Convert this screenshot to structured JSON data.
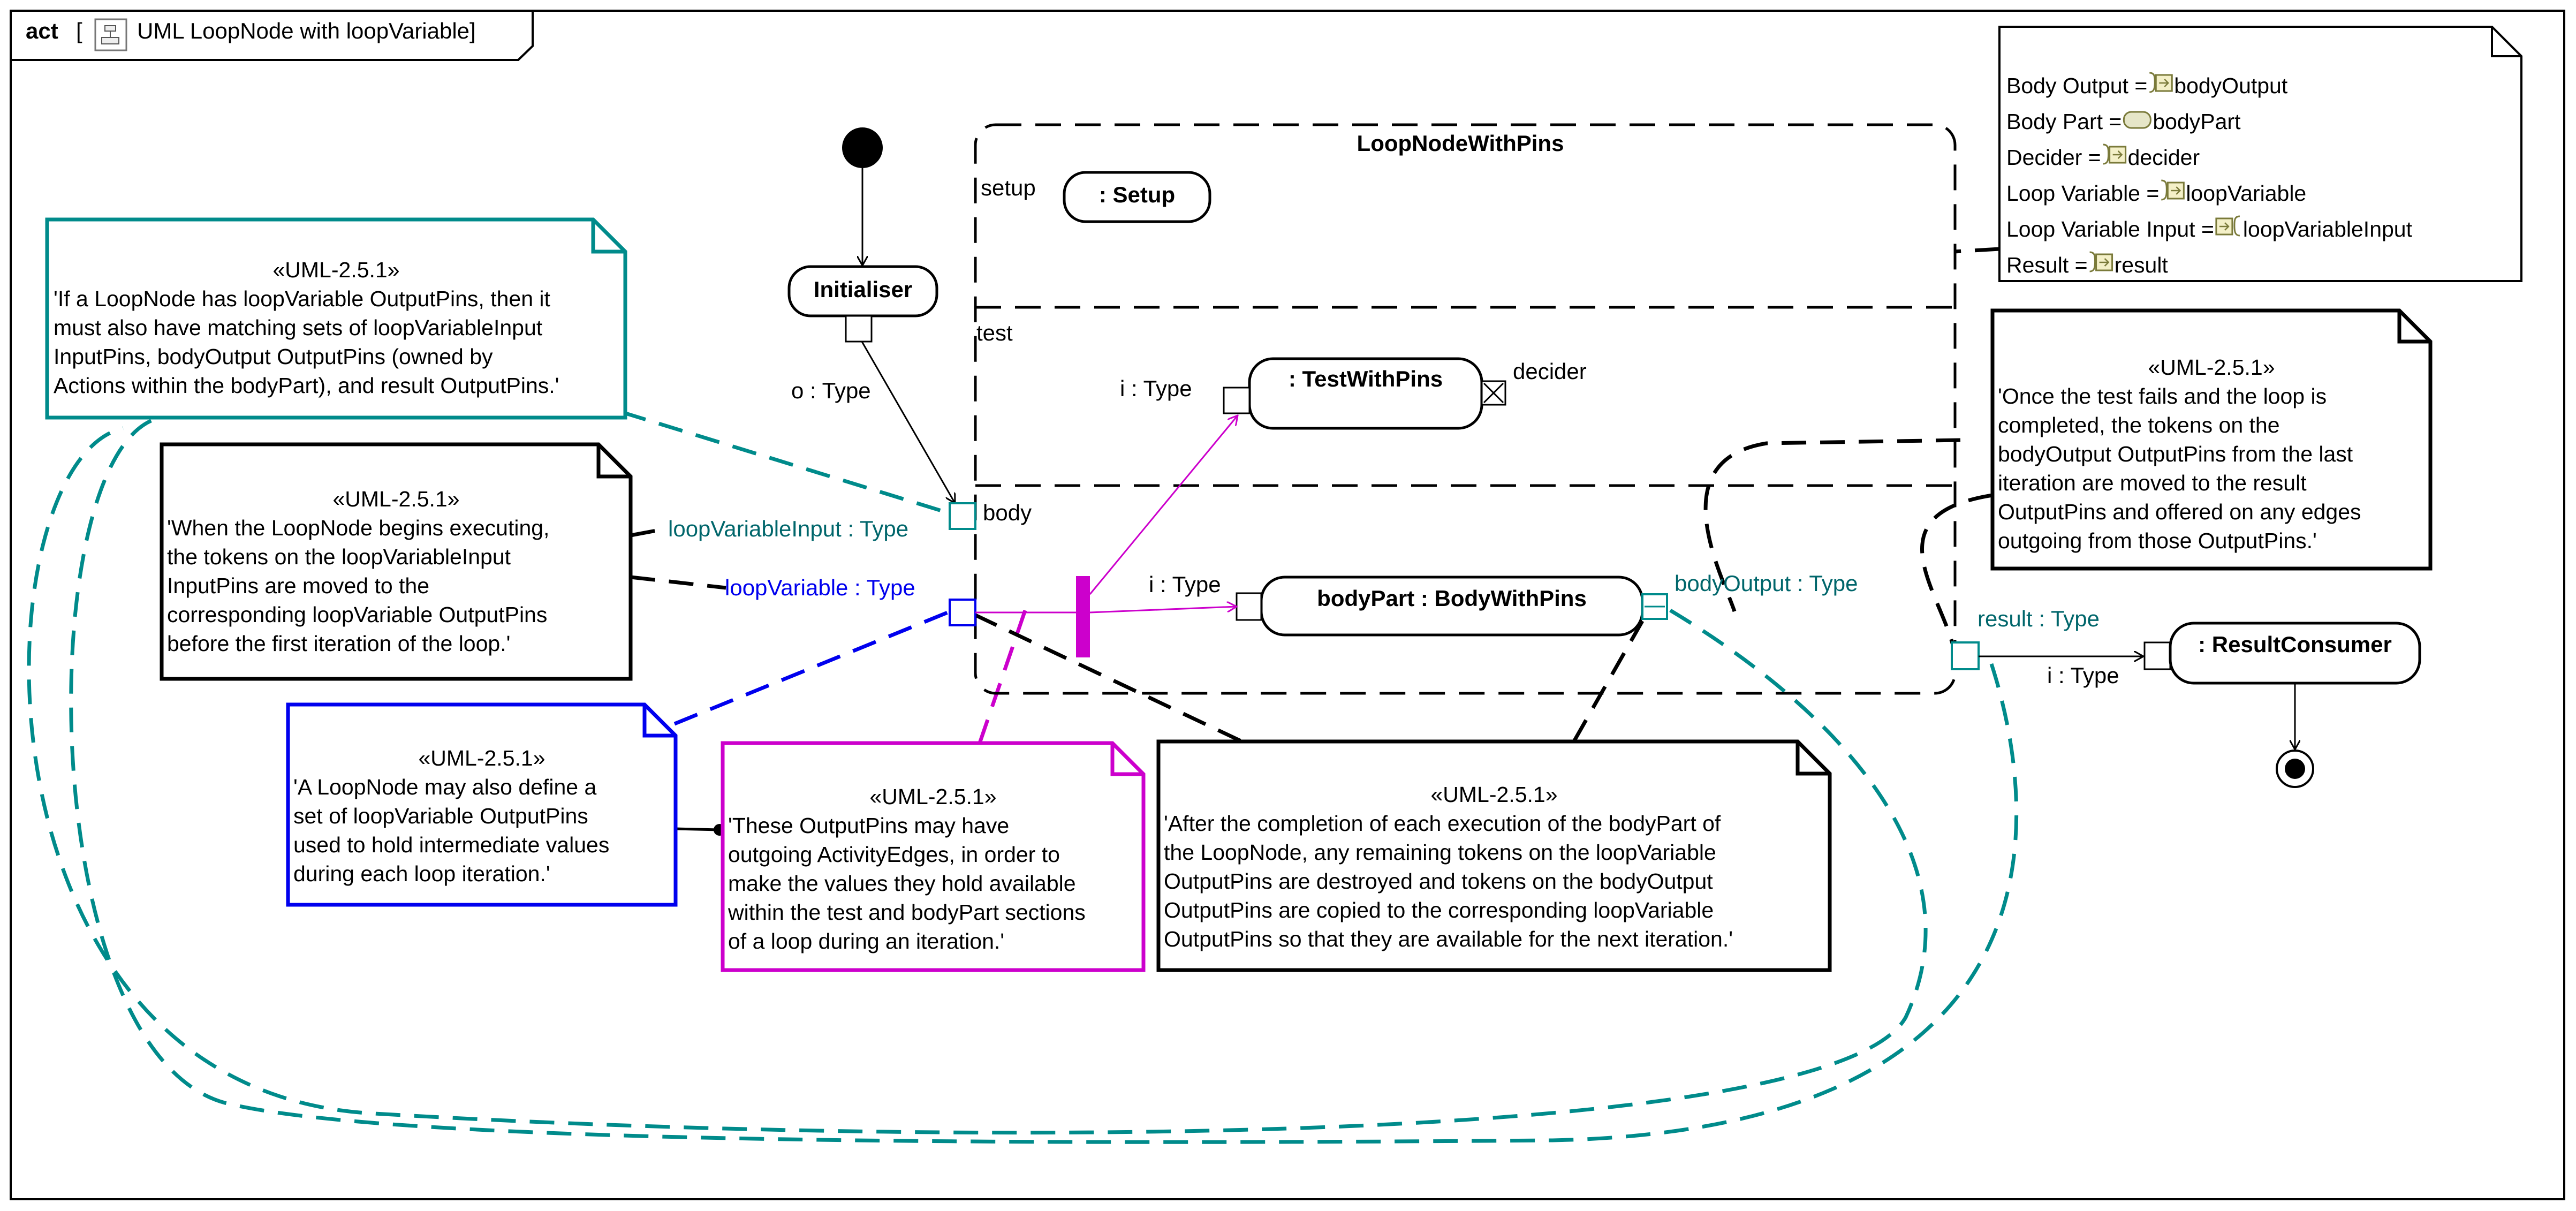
{
  "frame": {
    "kind": "act",
    "bracket": "[",
    "title": "UML LoopNode with loopVariable]"
  },
  "loop_node": {
    "name": "LoopNodeWithPins",
    "setup_label": "setup",
    "test_label": "test",
    "body_label": "body"
  },
  "actions": {
    "initialiser": "Initialiser",
    "setup": ": Setup",
    "test": ": TestWithPins",
    "body": "bodyPart : BodyWithPins",
    "result_consumer": ": ResultConsumer"
  },
  "pins": {
    "initialiser_out": "o : Type",
    "test_in": "i : Type",
    "decider": "decider",
    "body_in": "i : Type",
    "body_output": "bodyOutput : Type",
    "loop_variable_input": "loopVariableInput : Type",
    "loop_variable": "loopVariable : Type",
    "result": "result : Type",
    "consumer_in": "i : Type"
  },
  "legend": {
    "rows": [
      {
        "label": "Body Output = ",
        "icon": "output-pin-icon",
        "value": "bodyOutput"
      },
      {
        "label": "Body Part = ",
        "icon": "action-icon",
        "value": "bodyPart"
      },
      {
        "label": "Decider = ",
        "icon": "output-pin-icon",
        "value": "decider"
      },
      {
        "label": "Loop Variable = ",
        "icon": "output-pin-icon",
        "value": "loopVariable"
      },
      {
        "label": "Loop Variable Input = ",
        "icon": "input-pin-icon",
        "value": "loopVariableInput"
      },
      {
        "label": "Result = ",
        "icon": "output-pin-icon",
        "value": "result"
      }
    ]
  },
  "notes": {
    "teal": {
      "stereotype": "«UML-2.5.1»",
      "lines": [
        "'If a LoopNode has loopVariable OutputPins, then it",
        "must also have matching sets of loopVariableInput",
        "InputPins, bodyOutput OutputPins (owned by",
        "Actions within the bodyPart), and result OutputPins.'"
      ]
    },
    "begin": {
      "stereotype": "«UML-2.5.1»",
      "lines": [
        "'When the LoopNode begins executing,",
        "the tokens on the loopVariableInput",
        "InputPins are moved to the",
        "corresponding loopVariable OutputPins",
        "before the first iteration of the loop.'"
      ]
    },
    "blue": {
      "stereotype": "«UML-2.5.1»",
      "lines": [
        "'A LoopNode may also define a",
        "set of loopVariable OutputPins",
        "used to hold intermediate values",
        "during each loop iteration.'"
      ]
    },
    "magenta": {
      "stereotype": "«UML-2.5.1»",
      "lines": [
        "'These OutputPins may have",
        "outgoing ActivityEdges, in order to",
        "make the values they hold available",
        "within the test and bodyPart sections",
        "of a loop during an iteration.'"
      ]
    },
    "after": {
      "stereotype": "«UML-2.5.1»",
      "lines": [
        "'After the completion of each execution of the bodyPart of",
        "the LoopNode, any remaining tokens on the loopVariable",
        "OutputPins are destroyed and tokens on the bodyOutput",
        "OutputPins are copied to the corresponding loopVariable",
        "OutputPins so that they are available for the next iteration.'"
      ]
    },
    "once": {
      "stereotype": "«UML-2.5.1»",
      "lines": [
        "'Once the test fails and the loop is",
        "completed, the tokens on the",
        "bodyOutput OutputPins from the last",
        "iteration are moved to the result",
        "OutputPins and offered on any edges",
        "outgoing from those OutputPins.'"
      ]
    }
  },
  "colors": {
    "black": "#000000",
    "teal": "#008B8B",
    "teal_text": "#00666B",
    "blue": "#0000EE",
    "magenta": "#CC00CC",
    "legend_icon": "#7a7a3a"
  }
}
